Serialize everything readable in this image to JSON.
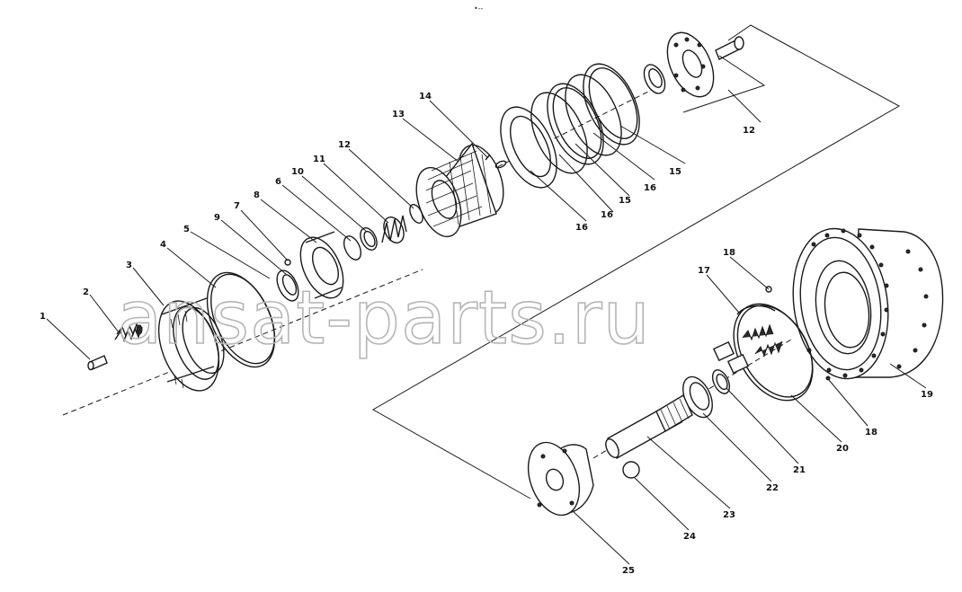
{
  "watermark": "ansat-parts.ru",
  "top_mark": "•--",
  "callouts": {
    "c1": "1",
    "c2": "2",
    "c3": "3",
    "c4": "4",
    "c5": "5",
    "c6": "6",
    "c7": "7",
    "c8": "8",
    "c9": "9",
    "c10": "10",
    "c11": "11",
    "c12": "12",
    "c13": "13",
    "c14": "14",
    "c15a": "15",
    "c15b": "15",
    "c16a": "16",
    "c16b": "16",
    "c16c": "16",
    "c12b": "12",
    "c17": "17",
    "c18a": "18",
    "c18b": "18",
    "c19": "19",
    "c20": "20",
    "c21": "21",
    "c22": "22",
    "c23": "23",
    "c24": "24",
    "c25": "25"
  }
}
